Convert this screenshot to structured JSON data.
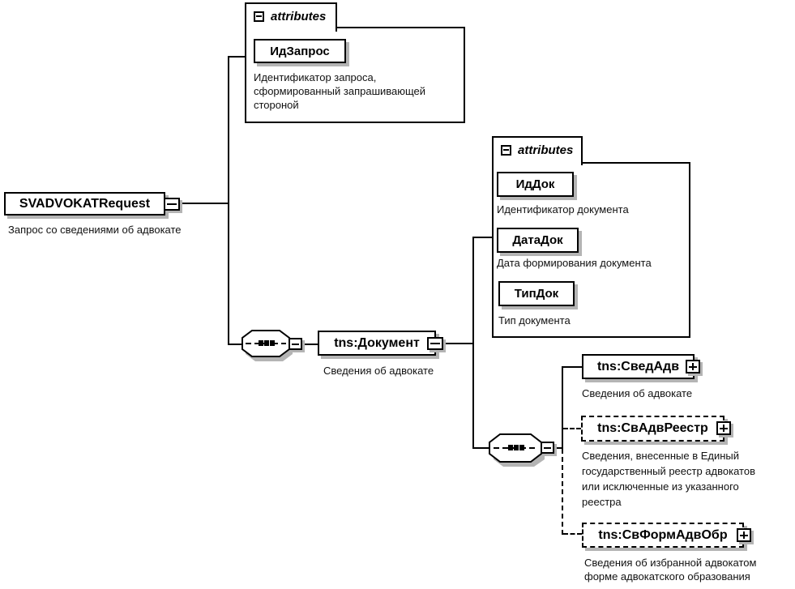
{
  "colors": {
    "line": "#000000",
    "shadow": "#b4b4b4",
    "background": "#ffffff"
  },
  "root": {
    "name": "SVADVOKATRequest",
    "desc": "Запрос со сведениями об адвокате"
  },
  "request_attributes": {
    "label": "attributes",
    "attrs": [
      {
        "name": "ИдЗапрос",
        "desc": [
          "Идентификатор запроса,",
          "сформированный запрашивающей",
          "стороной"
        ]
      }
    ]
  },
  "dokument": {
    "name": "tns:Документ",
    "desc": "Сведения об адвокате"
  },
  "dokument_attributes": {
    "label": "attributes",
    "attrs": [
      {
        "name": "ИдДок",
        "desc": [
          "Идентификатор документа"
        ]
      },
      {
        "name": "ДатаДок",
        "desc": [
          "Дата формирования документа"
        ]
      },
      {
        "name": "ТипДок",
        "desc": [
          "Тип документа"
        ]
      }
    ]
  },
  "children": [
    {
      "name": "tns:СведАдв",
      "desc": [
        "Сведения об адвокате"
      ]
    },
    {
      "name": "tns:СвАдвРеестр",
      "desc": [
        "Сведения, внесенные в Единый",
        "государственный реестр адвокатов",
        "или исключенные из указанного",
        "реестра"
      ]
    },
    {
      "name": "tns:СвФормАдвОбр",
      "desc": [
        "Сведения об избранной адвокатом",
        "форме адвокатского образования"
      ]
    }
  ]
}
